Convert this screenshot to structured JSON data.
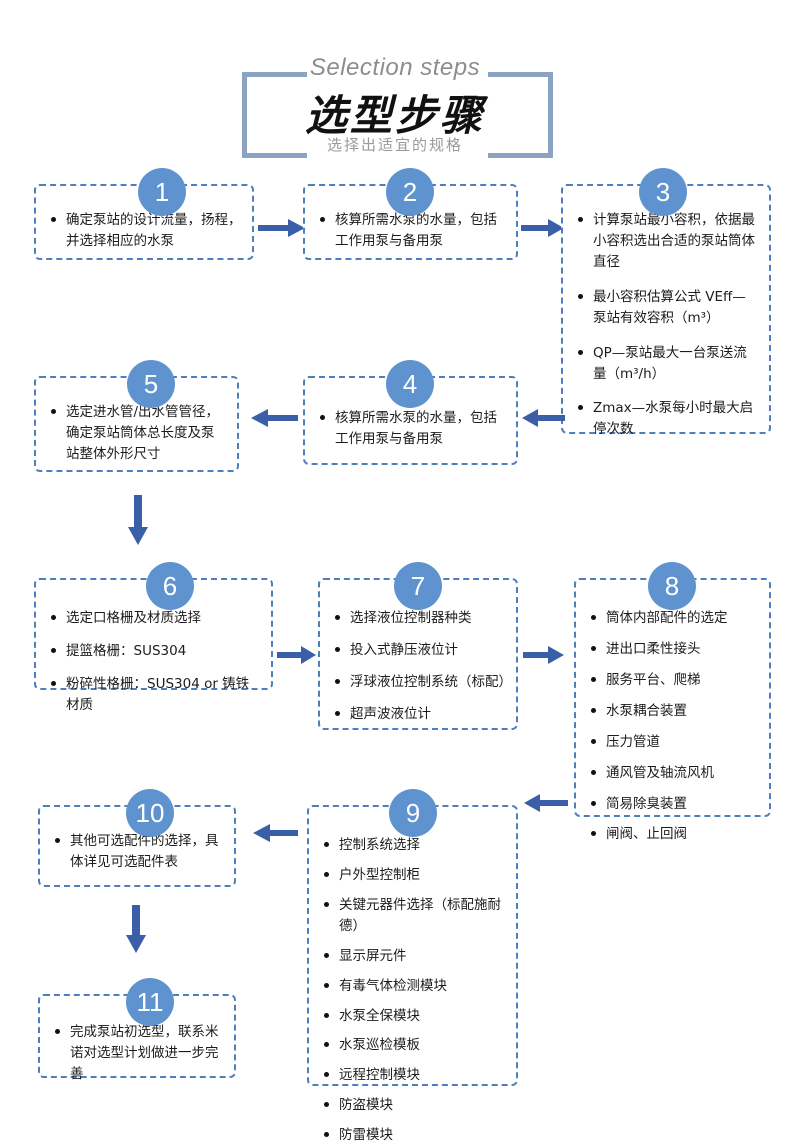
{
  "header": {
    "english_title": "Selection steps",
    "chinese_title": "选型步骤",
    "subtitle": "选择出适宜的规格"
  },
  "colors": {
    "badge_blue": "#5e93cf",
    "dashed_border_blue": "#4e7fbd",
    "arrow_blue": "#3a5ea8",
    "bracket_gray_blue": "#8ba3c0",
    "subtitle_gray": "#9a9a9a"
  },
  "steps": [
    {
      "number": "1",
      "bullets": [
        "确定泵站的设计流量，扬程，并选择相应的水泵"
      ]
    },
    {
      "number": "2",
      "bullets": [
        "核算所需水泵的水量，包括工作用泵与备用泵"
      ]
    },
    {
      "number": "3",
      "bullets": [
        "计算泵站最小容积，依据最小容积选出合适的泵站筒体直径",
        "最小容积估算公式 VEff—泵站有效容积（m³）",
        "QP—泵站最大一台泵送流量（m³/h）",
        "Zmax—水泵每小时最大启停次数"
      ]
    },
    {
      "number": "4",
      "bullets": [
        "核算所需水泵的水量，包括工作用泵与备用泵"
      ]
    },
    {
      "number": "5",
      "bullets": [
        "选定进水管/出水管管径，确定泵站筒体总长度及泵站整体外形尺寸"
      ]
    },
    {
      "number": "6",
      "bullets": [
        "选定口格栅及材质选择",
        "提篮格栅：SUS304",
        "粉碎性格栅：SUS304 or 铸铁材质"
      ]
    },
    {
      "number": "7",
      "bullets": [
        "选择液位控制器种类",
        "投入式静压液位计",
        "浮球液位控制系统（标配）",
        "超声波液位计"
      ]
    },
    {
      "number": "8",
      "bullets": [
        "筒体内部配件的选定",
        "进出口柔性接头",
        "服务平台、爬梯",
        "水泵耦合装置",
        "压力管道",
        "通风管及轴流风机",
        "简易除臭装置",
        "闸阀、止回阀"
      ]
    },
    {
      "number": "9",
      "bullets": [
        "控制系统选择",
        "户外型控制柜",
        "关键元器件选择（标配施耐德）",
        "显示屏元件",
        "有毒气体检测模块",
        "水泵全保模块",
        "水泵巡检模板",
        "远程控制模块",
        "防盗模块",
        "防雷模块"
      ]
    },
    {
      "number": "10",
      "bullets": [
        "其他可选配件的选择，具体详见可选配件表"
      ]
    },
    {
      "number": "11",
      "bullets": [
        "完成泵站初选型，联系米诺对选型计划做进一步完善"
      ]
    }
  ],
  "flow": {
    "arrow_1_to_2": "arrow-right-icon",
    "arrow_2_to_3": "arrow-right-icon",
    "arrow_3_to_4": "arrow-left-icon",
    "arrow_4_to_5": "arrow-left-icon",
    "arrow_5_to_6": "arrow-down-icon",
    "arrow_6_to_7": "arrow-right-icon",
    "arrow_7_to_8": "arrow-right-icon",
    "arrow_8_to_9": "arrow-left-icon",
    "arrow_9_to_10": "arrow-left-icon",
    "arrow_10_to_11": "arrow-down-icon"
  }
}
